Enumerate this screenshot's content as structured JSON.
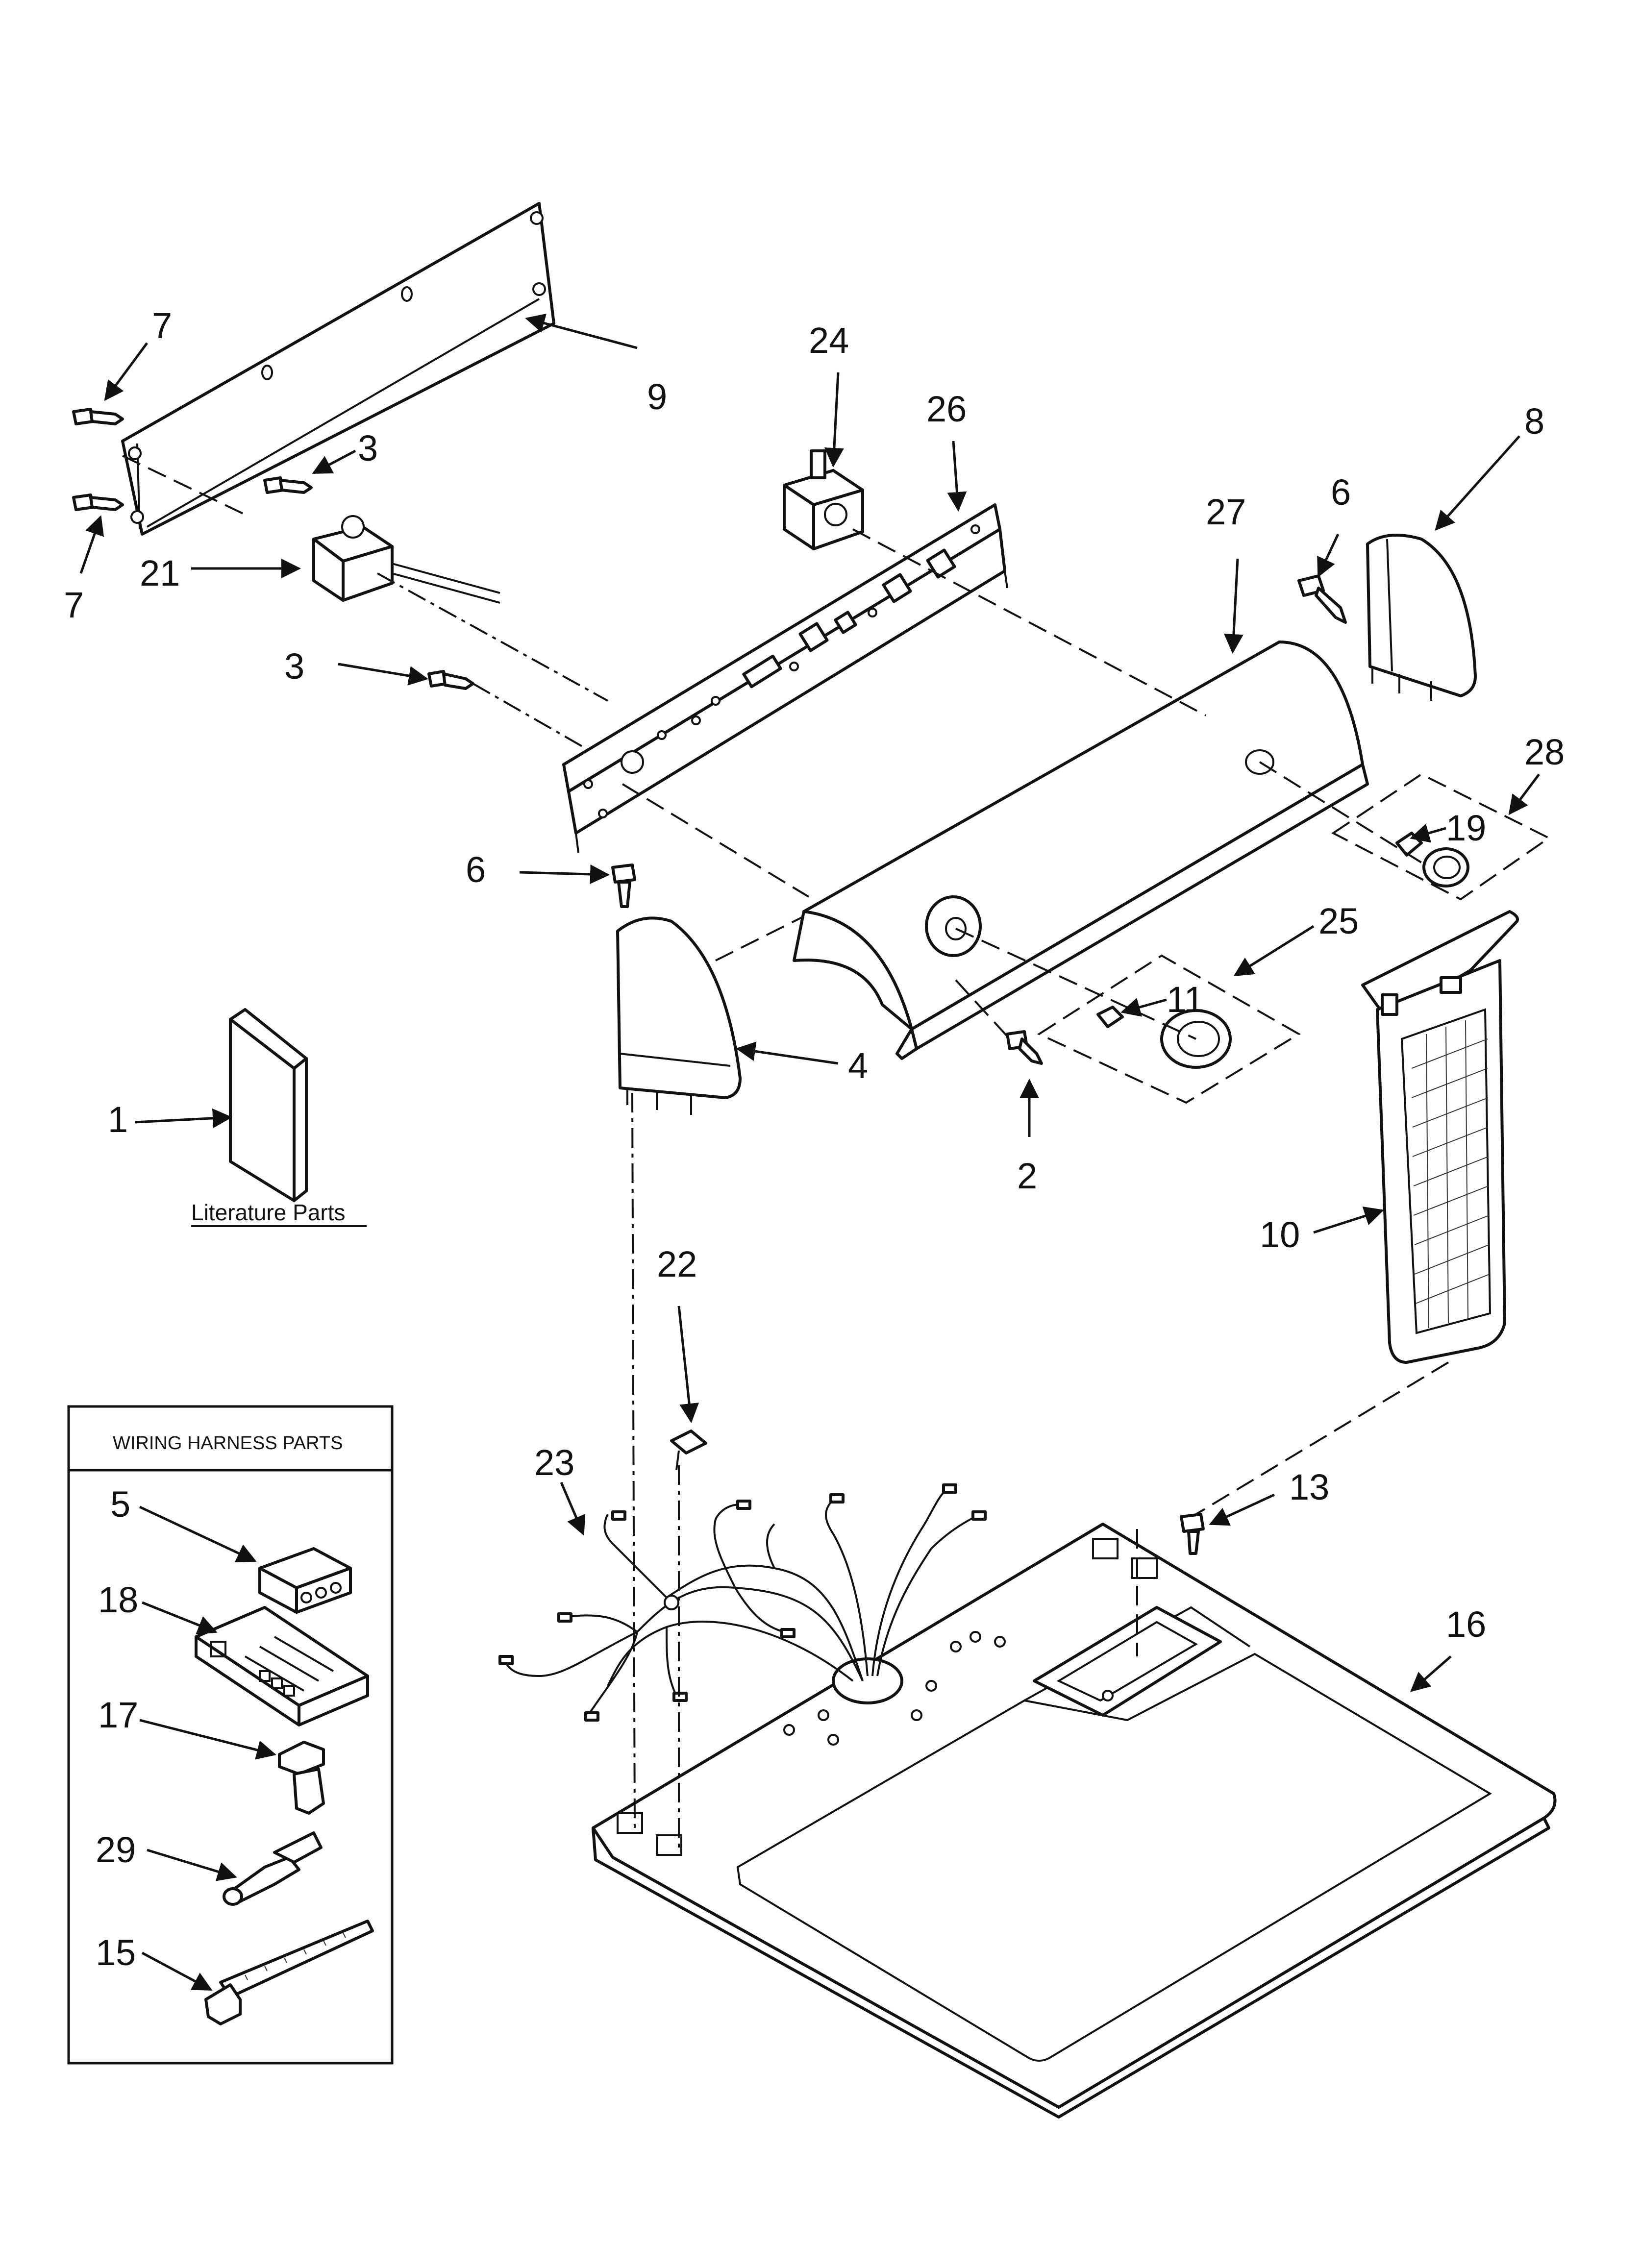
{
  "callouts": [
    "7",
    "9",
    "3",
    "21",
    "7",
    "3",
    "24",
    "26",
    "27",
    "6",
    "8",
    "28",
    "19",
    "6",
    "25",
    "11",
    "4",
    "2",
    "1",
    "10",
    "22",
    "23",
    "13",
    "16",
    "5",
    "18",
    "17",
    "29",
    "15"
  ],
  "literature_label": "Literature Parts",
  "wiring_box": {
    "title": "WIRING HARNESS PARTS"
  }
}
